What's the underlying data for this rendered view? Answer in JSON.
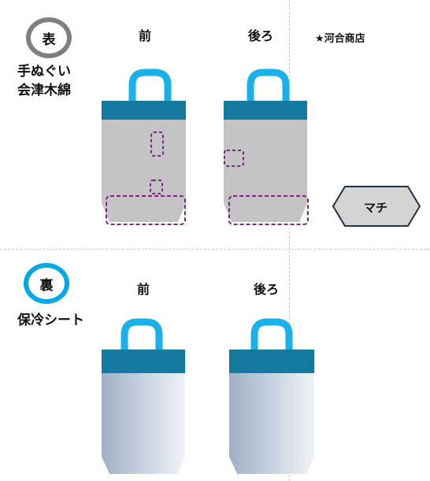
{
  "front_section": {
    "badge": "表",
    "material_line1": "手ぬぐい",
    "material_line2": "会津木綿",
    "col_front": "前",
    "col_back": "後ろ",
    "brand": "★河合商店",
    "gusset": "マチ"
  },
  "back_section": {
    "badge": "裏",
    "material": "保冷シート",
    "col_front": "前",
    "col_back": "後ろ"
  },
  "colors": {
    "handle": "#1ab0ea",
    "band": "#16799f",
    "cotton_body": "#c4c4c4",
    "dashed_zone": "#7a2a7a",
    "lining_dark": "#9fb0c6",
    "lining_light": "#f0f3f7",
    "badge_gray": "#7f7f7f",
    "badge_blue": "#00a9e6"
  }
}
